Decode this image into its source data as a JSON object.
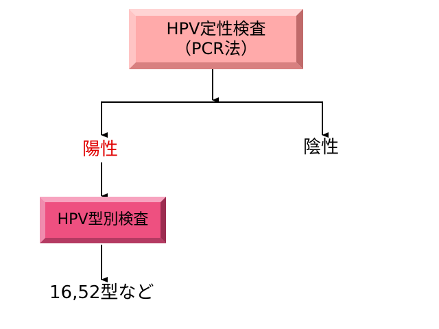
{
  "diagram": {
    "qualitative_test": {
      "line1": "HPV定性検査",
      "line2": "（PCR法）"
    },
    "positive_label": "陽性",
    "negative_label": "陰性",
    "genotype_test": {
      "label": "HPV型別検査"
    },
    "result_label": "16,52型など"
  },
  "colors": {
    "qualitative_box_face": "#ffaaaa",
    "genotype_box_face": "#ee5080",
    "positive_text": "#e00000",
    "negative_text": "#000000",
    "connector": "#000000"
  }
}
